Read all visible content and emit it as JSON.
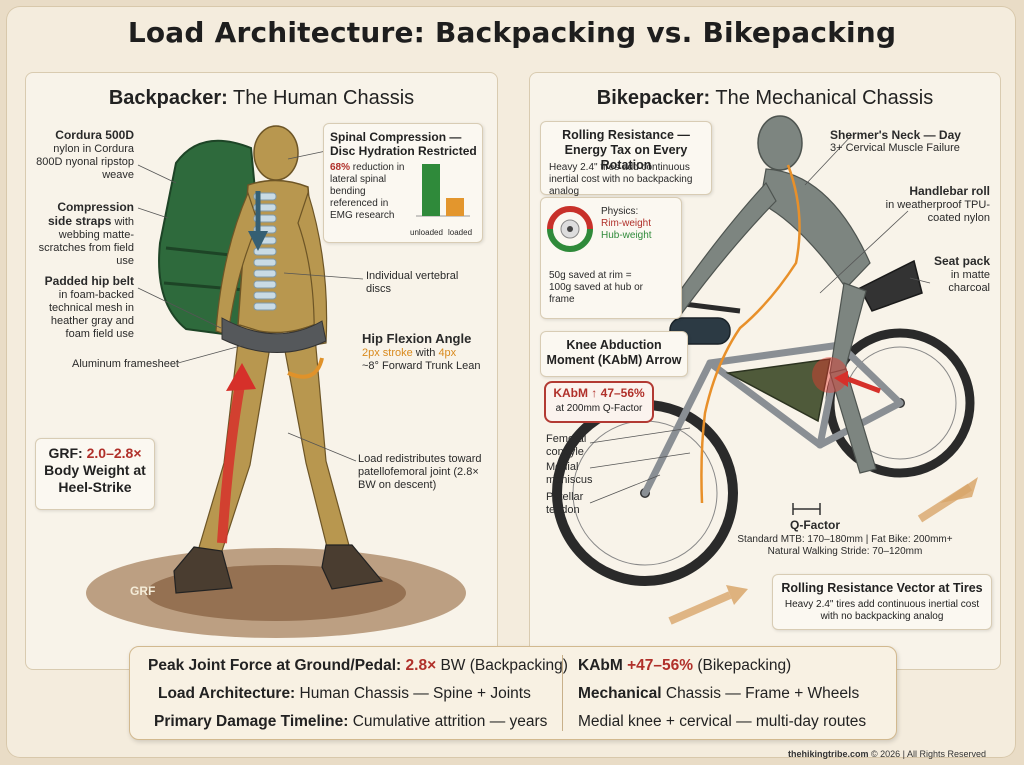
{
  "title": "Load Architecture: Backpacking vs. Bikepacking",
  "left": {
    "title_bold": "Backpacker:",
    "title_rest": " The Human Chassis",
    "cordura_bold": "Cordura 500D",
    "cordura_rest": "nylon in Cordura 800D nyonal ripstop weave",
    "straps_bold": "Compression side straps",
    "straps_rest": "with webbing matte-scratches from field use",
    "hipbelt_bold": "Padded hip belt",
    "hipbelt_rest": "in foam-backed technical mesh in heather gray and foam field use",
    "framesheet": "Aluminum framesheet",
    "spinal_title": "Spinal Compression — Disc Hydration Restricted",
    "spinal_pct": "68%",
    "spinal_rest": "reduction in lateral spinal bending referenced in EMG research",
    "bar_unloaded": "unloaded",
    "bar_loaded": "loaded",
    "vertebral": "Individual vertebral discs",
    "hip_title": "Hip Flexion Angle",
    "hip_stroke_a": "2px stroke",
    "hip_with": " with ",
    "hip_stroke_b": "4px",
    "hip_lean": "~8° Forward Trunk Lean",
    "grf_prefix": "GRF:",
    "grf_value": "2.0–2.8×",
    "grf_rest": "Body Weight at Heel-Strike",
    "load_redistrib": "Load redistributes toward patellofemoral joint (2.8× BW on descent)",
    "grf_ground": "GRF"
  },
  "right": {
    "title_bold": "Bikepacker:",
    "title_rest": " The Mechanical Chassis",
    "rolling_title": "Rolling Resistance — Energy Tax on Every Rotation",
    "rolling_text": "Heavy 2.4\" tires add continuous inertial cost with no backpacking analog",
    "physics": "Physics:",
    "rim_weight": "Rim-weight",
    "hub_weight": "Hub-weight",
    "rim_savings": "50g saved at rim = 100g saved at hub or frame",
    "shermer_title": "Shermer's Neck — Day",
    "shermer_text": "3+ Cervical Muscle Failure",
    "handlebar_bold": "Handlebar roll",
    "handlebar_rest": "in weatherproof TPU-coated nylon",
    "seat_bold": "Seat pack",
    "seat_rest": "in matte charcoal",
    "knee_title": "Knee Abduction Moment (KAbM) Arrow",
    "kabm_value": "KAbM ↑ 47–56%",
    "kabm_sub": "at 200mm Q-Factor",
    "femoral": "Femoral condyle",
    "medial": "Medial meniscus",
    "patellar": "Patellar tendon",
    "qfactor_title": "Q-Factor",
    "qfactor_line1": "Standard MTB: 170–180mm | Fat Bike: 200mm+",
    "qfactor_line2": "Natural Walking Stride: 70–120mm",
    "rrv_title": "Rolling Resistance Vector at Tires",
    "rrv_text": "Heavy 2.4\" tires add continuous inertial cost with no backpacking analog"
  },
  "table": {
    "row1": {
      "label": "Peak Joint Force at Ground/Pedal:",
      "left_value": "2.8×",
      "left_rest": " BW (Backpacking)",
      "right_prefix": "KAbM ",
      "right_value": "+47–56%",
      "right_rest": " (Bikepacking)"
    },
    "row2": {
      "label": "Load Architecture:",
      "left_rest": " Human Chassis — Spine + Joints",
      "right_bold": "Mechanical",
      "right_rest": " Chassis — Frame + Wheels"
    },
    "row3": {
      "label": "Primary Damage Timeline:",
      "left_rest": " Cumulative attrition — years",
      "right_rest": "Medial knee + cervical — multi-day routes"
    }
  },
  "footer": {
    "site": "thehikingtribe.com",
    "rest": " © 2026 | All Rights Reserved"
  },
  "colors": {
    "accent_red": "#b0302a",
    "accent_orange": "#d98a1d",
    "accent_green": "#2f8a3a",
    "panel_bg": "#f8f3e9",
    "page_bg": "#e9dcc6"
  }
}
